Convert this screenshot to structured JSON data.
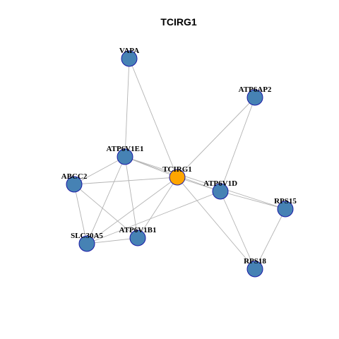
{
  "title": "TCIRG1",
  "colors": {
    "node_default": "#4682b4",
    "node_focus": "#ffa500",
    "node_border": "#1a1aa6",
    "edge": "#b3b3b3"
  },
  "network": {
    "focus": "TCIRG1",
    "nodes": [
      {
        "id": "VAPA",
        "label": "VAPA"
      },
      {
        "id": "ATP6AP2",
        "label": "ATP6AP2"
      },
      {
        "id": "ATP6V1E1",
        "label": "ATP6V1E1"
      },
      {
        "id": "TCIRG1",
        "label": "TCIRG1"
      },
      {
        "id": "ABCC2",
        "label": "ABCC2"
      },
      {
        "id": "ATP6V1D",
        "label": "ATP6V1D"
      },
      {
        "id": "RPS15",
        "label": "RPS15"
      },
      {
        "id": "SLC30A5",
        "label": "SLC30A5"
      },
      {
        "id": "ATP6V1B1",
        "label": "ATP6V1B1"
      },
      {
        "id": "RPS18",
        "label": "RPS18"
      }
    ],
    "edges": [
      [
        "VAPA",
        "ATP6V1E1"
      ],
      [
        "VAPA",
        "TCIRG1"
      ],
      [
        "ATP6AP2",
        "TCIRG1"
      ],
      [
        "ATP6AP2",
        "ATP6V1D"
      ],
      [
        "ATP6V1E1",
        "TCIRG1"
      ],
      [
        "ATP6V1E1",
        "ABCC2"
      ],
      [
        "ATP6V1E1",
        "SLC30A5"
      ],
      [
        "ATP6V1E1",
        "ATP6V1B1"
      ],
      [
        "ATP6V1E1",
        "ATP6V1D"
      ],
      [
        "ATP6V1E1",
        "RPS15"
      ],
      [
        "ABCC2",
        "TCIRG1"
      ],
      [
        "ABCC2",
        "SLC30A5"
      ],
      [
        "ABCC2",
        "ATP6V1B1"
      ],
      [
        "TCIRG1",
        "ATP6V1D"
      ],
      [
        "TCIRG1",
        "SLC30A5"
      ],
      [
        "TCIRG1",
        "ATP6V1B1"
      ],
      [
        "TCIRG1",
        "RPS18"
      ],
      [
        "ATP6V1D",
        "RPS15"
      ],
      [
        "ATP6V1D",
        "RPS18"
      ],
      [
        "ATP6V1D",
        "SLC30A5"
      ],
      [
        "SLC30A5",
        "ATP6V1B1"
      ],
      [
        "RPS15",
        "RPS18"
      ]
    ]
  }
}
